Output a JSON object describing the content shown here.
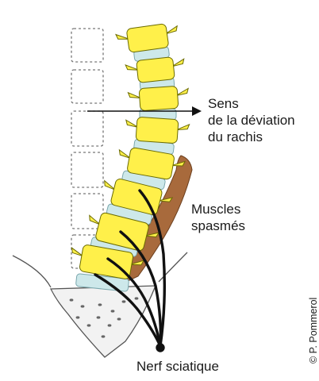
{
  "labels": {
    "deviation": [
      "Sens",
      "de la déviation",
      "du rachis"
    ],
    "muscles": [
      "Muscles",
      "spasmés"
    ],
    "sciatic": "Nerf sciatique"
  },
  "copyright": "© P. Pommerol",
  "colors": {
    "vertebra": "#fff04a",
    "vertebra_outline": "#6b6b00",
    "disc": "#cde8ea",
    "muscle": "#a86a3c",
    "nerve": "#111111",
    "pelvis_outline": "#555555",
    "ghost_outline": "#777777"
  }
}
